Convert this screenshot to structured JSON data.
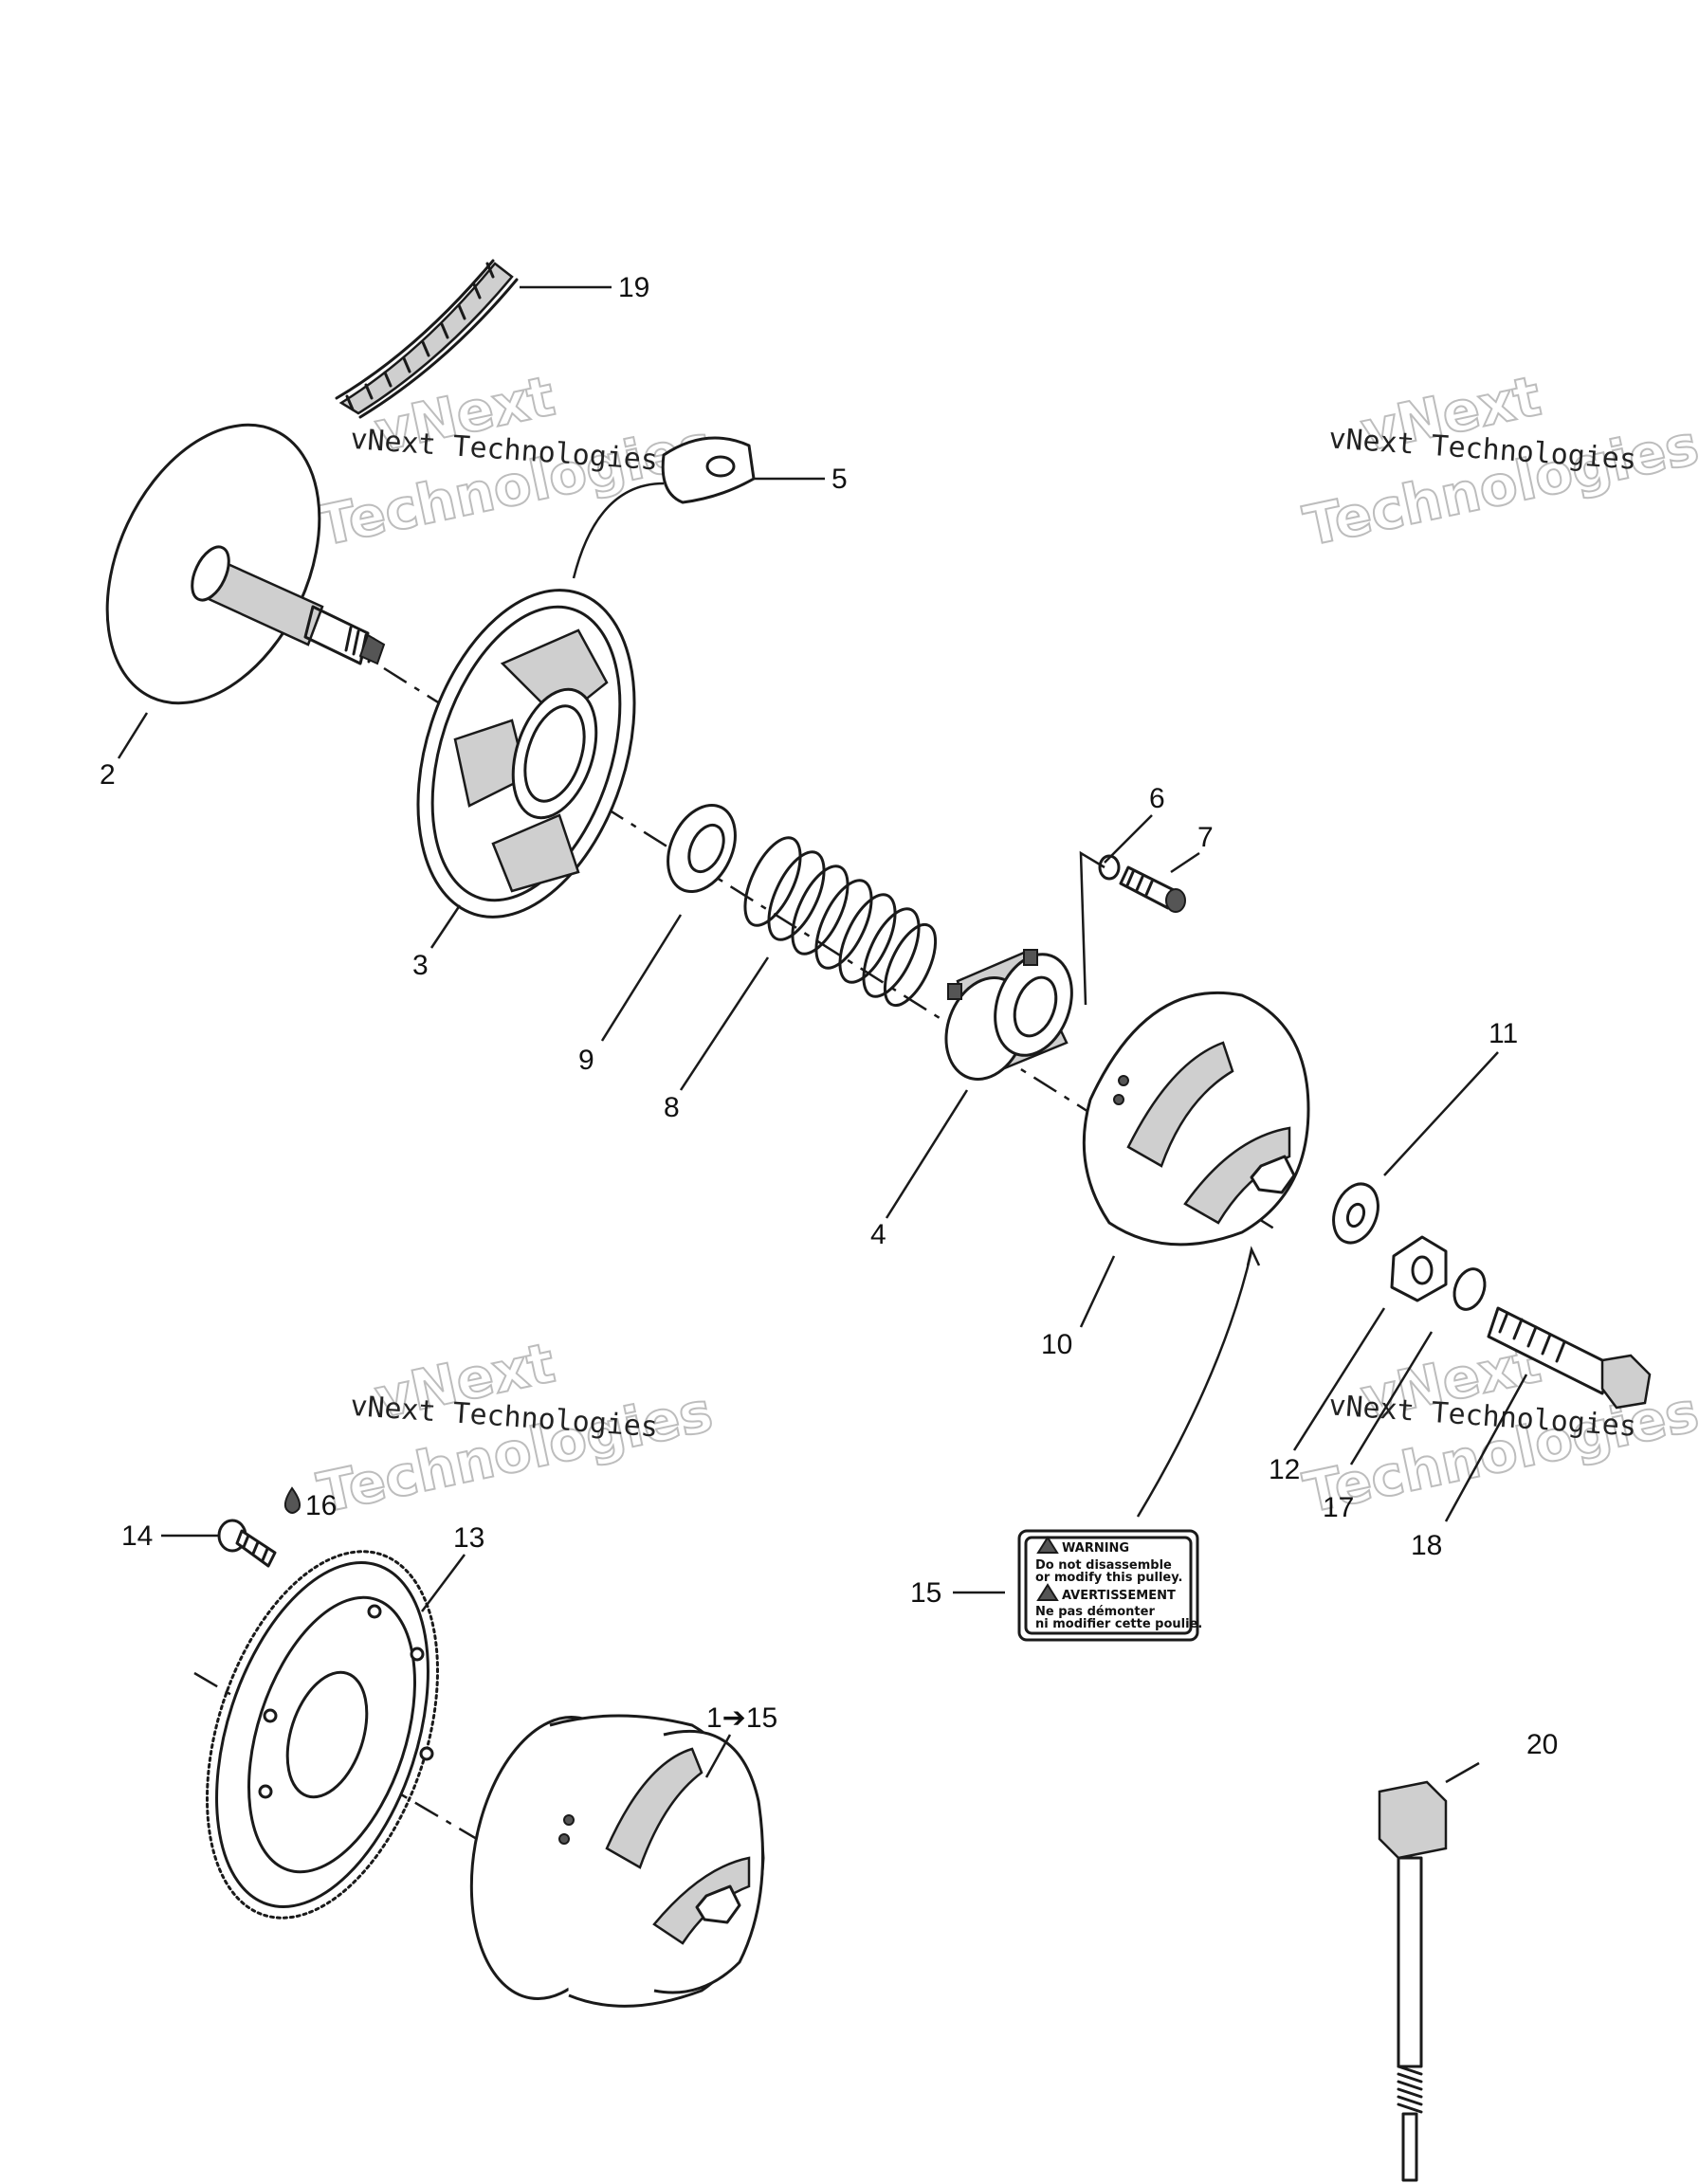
{
  "callouts": {
    "c1": "1➔15",
    "c2": "2",
    "c3": "3",
    "c4": "4",
    "c5": "5",
    "c6": "6",
    "c7": "7",
    "c8": "8",
    "c9": "9",
    "c10": "10",
    "c11": "11",
    "c12": "12",
    "c13": "13",
    "c14": "14",
    "c15": "15",
    "c16": "16",
    "c17": "17",
    "c18": "18",
    "c19": "19",
    "c20": "20"
  },
  "watermarks": {
    "small": "vNext Technologies",
    "big_line1": "vNext",
    "big_line2": "Technologies"
  },
  "warning_label": {
    "heading1": "WARNING",
    "text1a": "Do not disassemble",
    "text1b": "or modify this pulley.",
    "heading2": "AVERTISSEMENT",
    "text2a": "Ne pas démonter",
    "text2b": "ni modifier cette poulie."
  },
  "icons": {
    "adhesive_drop": "drop-icon",
    "warning_triangle": "warning-triangle-icon"
  }
}
